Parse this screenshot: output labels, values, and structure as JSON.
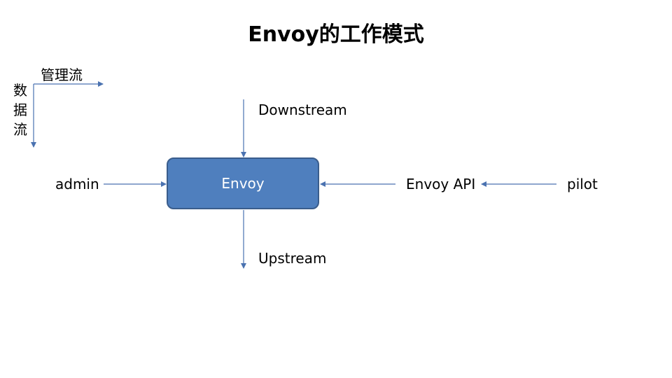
{
  "title": "Envoy的工作模式",
  "legend": {
    "management_flow": "管理流",
    "data_flow": "数据流"
  },
  "nodes": {
    "envoy": "Envoy",
    "downstream": "Downstream",
    "upstream": "Upstream",
    "admin": "admin",
    "envoy_api": "Envoy API",
    "pilot": "pilot"
  },
  "colors": {
    "arrow": "#4a72b0",
    "box_fill": "#4f7fbe",
    "box_border": "#3a5d8c"
  }
}
